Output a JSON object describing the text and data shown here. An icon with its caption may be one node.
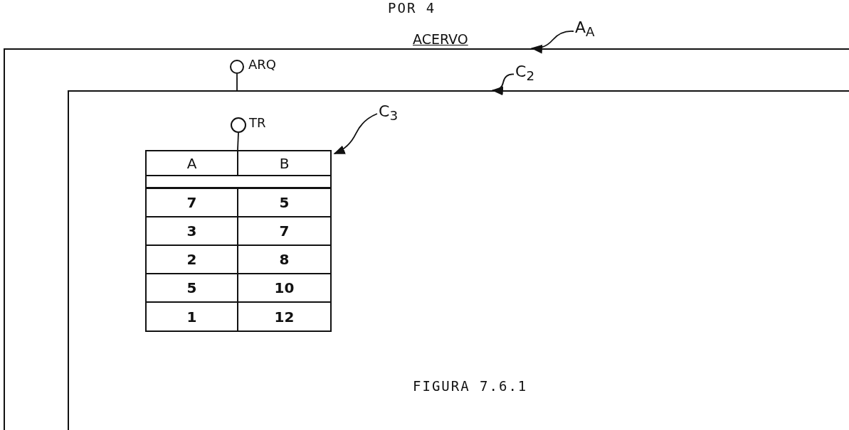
{
  "diagram": {
    "caption": "FIGURA 7.6.1",
    "nodes": [
      {
        "text": [
          "ACERVO"
        ]
      },
      {
        "text": [],
        "shape": "circle",
        "beside": [
          "ARQ"
        ],
        "in": 0
      },
      {
        "text": [],
        "shape": "box",
        "in": 0
      },
      {
        "text": [],
        "shape": "circle",
        "beside": [
          "TR"
        ],
        "in": 2
      },
      {
        "text": [],
        "shape": "box",
        "in": 2
      },
      {
        "text": [
          "A$_{A}$"
        ]
      },
      {
        "text": [
          "C$_{2}$"
        ],
        "in": 0
      },
      {
        "text": [
          "C$_{3}$"
        ],
        "in": 2
      }
    ],
    "edges": [
      {
        "from": 5,
        "to": 0,
        "arrow": "to"
      },
      {
        "from": 1,
        "to": 2,
        "arrow": "none"
      },
      {
        "from": 6,
        "to": 2,
        "arrow": "to"
      },
      {
        "from": 3,
        "to": 4,
        "arrow": "none"
      },
      {
        "from": 7,
        "to": 4,
        "arrow": "to"
      }
    ],
    "labels": [
      "POR 4",
      "A",
      "B",
      "7",
      "5",
      "3",
      "7",
      "2",
      "8",
      "5",
      "10",
      "1",
      "12"
    ]
  }
}
